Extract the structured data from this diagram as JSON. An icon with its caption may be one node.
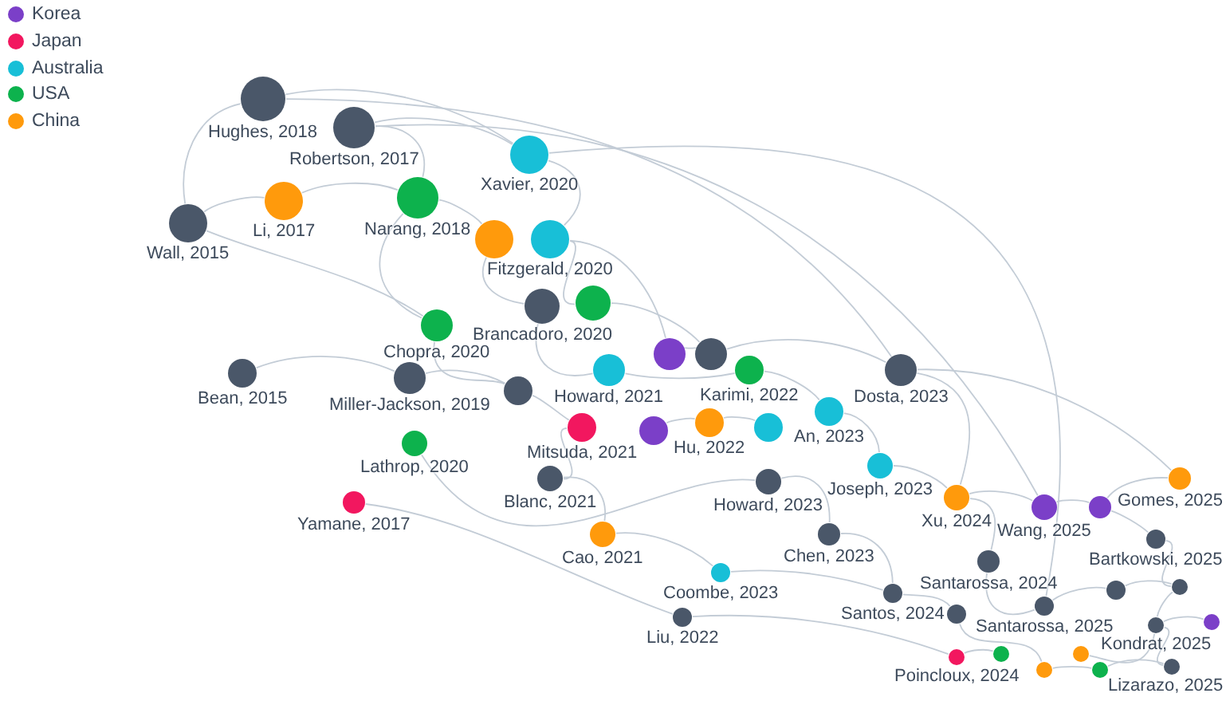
{
  "diagram": {
    "nodes": [
      {
        "text": [
          "Hughes, 2018"
        ]
      },
      {
        "text": [
          "Robertson, 2017"
        ]
      },
      {
        "text": [
          "Xavier, 2020"
        ]
      },
      {
        "text": [
          "Li, 2017"
        ]
      },
      {
        "text": [
          "Narang, 2018"
        ]
      },
      {
        "text": [
          "Wall, 2015"
        ]
      },
      {
        "text": [],
        "shape": "circle"
      },
      {
        "text": [
          "Fitzgerald, 2020"
        ]
      },
      {
        "text": [
          "Brancadoro, 2020"
        ]
      },
      {
        "text": [],
        "shape": "circle"
      },
      {
        "text": [
          "Chopra, 2020"
        ]
      },
      {
        "text": [],
        "shape": "circle"
      },
      {
        "text": [],
        "shape": "circle"
      },
      {
        "text": [
          "Howard, 2021"
        ]
      },
      {
        "text": [
          "Bean, 2015"
        ]
      },
      {
        "text": [
          "Miller-Jackson, 2019"
        ]
      },
      {
        "text": [
          "Dosta, 2023"
        ]
      },
      {
        "text": [
          "Karimi, 2022"
        ]
      },
      {
        "text": [],
        "shape": "circle"
      },
      {
        "text": [
          "Mitsuda, 2021"
        ]
      },
      {
        "text": [],
        "shape": "circle"
      },
      {
        "text": [
          "Hu, 2022"
        ]
      },
      {
        "text": [],
        "shape": "circle"
      },
      {
        "text": [
          "An, 2023"
        ]
      },
      {
        "text": [
          "Blanc, 2021"
        ]
      },
      {
        "text": [
          "Lathrop, 2020"
        ]
      },
      {
        "text": [
          "Howard, 2023"
        ]
      },
      {
        "text": [
          "Joseph, 2023"
        ]
      },
      {
        "text": [
          "Xu, 2024"
        ]
      },
      {
        "text": [
          "Cao, 2021"
        ]
      },
      {
        "text": [
          "Yamane, 2017"
        ]
      },
      {
        "text": [
          "Gomes, 2025"
        ]
      },
      {
        "text": [
          "Wang, 2025"
        ]
      },
      {
        "text": [
          "Chen, 2023"
        ]
      },
      {
        "text": [
          "Santarossa, 2024"
        ]
      },
      {
        "text": [],
        "shape": "circle"
      },
      {
        "text": [
          "Bartkowski, 2025"
        ]
      },
      {
        "text": [
          "Santos, 2024"
        ]
      },
      {
        "text": [],
        "shape": "circle"
      },
      {
        "text": [
          "Coombe, 2023"
        ]
      },
      {
        "text": [
          "Santarossa, 2025"
        ]
      },
      {
        "text": [],
        "shape": "circle"
      },
      {
        "text": [
          "Liu, 2022"
        ]
      },
      {
        "text": [],
        "shape": "circle"
      },
      {
        "text": [
          "Kondrat, 2025"
        ]
      },
      {
        "text": [
          "Poincloux, 2024"
        ]
      },
      {
        "text": [],
        "shape": "circle"
      },
      {
        "text": [],
        "shape": "circle"
      },
      {
        "text": [],
        "shape": "circle"
      },
      {
        "text": [
          "Lizarazo, 2025"
        ]
      },
      {
        "text": [],
        "shape": "circle"
      },
      {
        "text": [],
        "shape": "circle"
      }
    ],
    "edges": [
      {
        "from": 5,
        "to": 3,
        "arrow": "none"
      },
      {
        "from": 5,
        "to": 0,
        "arrow": "none"
      },
      {
        "from": 5,
        "to": 10,
        "arrow": "none"
      },
      {
        "from": 0,
        "to": 2,
        "arrow": "none"
      },
      {
        "from": 1,
        "to": 2,
        "arrow": "none"
      },
      {
        "from": 1,
        "to": 4,
        "arrow": "none"
      },
      {
        "from": 3,
        "to": 4,
        "arrow": "none"
      },
      {
        "from": 4,
        "to": 6,
        "arrow": "none"
      },
      {
        "from": 4,
        "to": 10,
        "arrow": "none"
      },
      {
        "from": 2,
        "to": 7,
        "arrow": "none"
      },
      {
        "from": 6,
        "to": 8,
        "arrow": "none"
      },
      {
        "from": 7,
        "to": 9,
        "arrow": "none"
      },
      {
        "from": 7,
        "to": 11,
        "arrow": "none"
      },
      {
        "from": 8,
        "to": 13,
        "arrow": "none"
      },
      {
        "from": 9,
        "to": 12,
        "arrow": "none"
      },
      {
        "from": 10,
        "to": 18,
        "arrow": "none"
      },
      {
        "from": 14,
        "to": 15,
        "arrow": "none"
      },
      {
        "from": 15,
        "to": 18,
        "arrow": "none"
      },
      {
        "from": 18,
        "to": 19,
        "arrow": "none"
      },
      {
        "from": 13,
        "to": 17,
        "arrow": "none"
      },
      {
        "from": 11,
        "to": 12,
        "arrow": "none"
      },
      {
        "from": 12,
        "to": 16,
        "arrow": "none"
      },
      {
        "from": 17,
        "to": 23,
        "arrow": "none"
      },
      {
        "from": 21,
        "to": 22,
        "arrow": "none"
      },
      {
        "from": 20,
        "to": 21,
        "arrow": "none"
      },
      {
        "from": 19,
        "to": 24,
        "arrow": "none"
      },
      {
        "from": 24,
        "to": 29,
        "arrow": "none"
      },
      {
        "from": 25,
        "to": 26,
        "arrow": "none"
      },
      {
        "from": 23,
        "to": 27,
        "arrow": "none"
      },
      {
        "from": 26,
        "to": 33,
        "arrow": "none"
      },
      {
        "from": 27,
        "to": 28,
        "arrow": "none"
      },
      {
        "from": 16,
        "to": 28,
        "arrow": "none"
      },
      {
        "from": 28,
        "to": 32,
        "arrow": "none"
      },
      {
        "from": 32,
        "to": 35,
        "arrow": "none"
      },
      {
        "from": 35,
        "to": 31,
        "arrow": "none"
      },
      {
        "from": 35,
        "to": 36,
        "arrow": "none"
      },
      {
        "from": 33,
        "to": 37,
        "arrow": "none"
      },
      {
        "from": 37,
        "to": 38,
        "arrow": "none"
      },
      {
        "from": 34,
        "to": 40,
        "arrow": "none"
      },
      {
        "from": 28,
        "to": 34,
        "arrow": "none"
      },
      {
        "from": 30,
        "to": 42,
        "arrow": "none"
      },
      {
        "from": 29,
        "to": 39,
        "arrow": "none"
      },
      {
        "from": 39,
        "to": 37,
        "arrow": "none"
      },
      {
        "from": 42,
        "to": 45,
        "arrow": "none"
      },
      {
        "from": 45,
        "to": 46,
        "arrow": "none"
      },
      {
        "from": 38,
        "to": 51,
        "arrow": "none"
      },
      {
        "from": 40,
        "to": 41,
        "arrow": "none"
      },
      {
        "from": 41,
        "to": 43,
        "arrow": "none"
      },
      {
        "from": 43,
        "to": 44,
        "arrow": "none"
      },
      {
        "from": 36,
        "to": 43,
        "arrow": "none"
      },
      {
        "from": 44,
        "to": 48,
        "arrow": "none"
      },
      {
        "from": 47,
        "to": 44,
        "arrow": "none"
      },
      {
        "from": 44,
        "to": 49,
        "arrow": "none"
      },
      {
        "from": 50,
        "to": 49,
        "arrow": "none"
      },
      {
        "from": 51,
        "to": 50,
        "arrow": "none"
      },
      {
        "from": 16,
        "to": 31,
        "arrow": "none"
      },
      {
        "from": 0,
        "to": 16,
        "arrow": "none"
      },
      {
        "from": 1,
        "to": 32,
        "arrow": "none"
      },
      {
        "from": 2,
        "to": 40,
        "arrow": "none"
      }
    ],
    "legend": [
      {
        "text": "Korea",
        "color": "#7b3fc8"
      },
      {
        "text": "Japan",
        "color": "#f2175f"
      },
      {
        "text": "Australia",
        "color": "#18bfd7"
      },
      {
        "text": "USA",
        "color": "#0db24d"
      },
      {
        "text": "China",
        "color": "#ff9a0c"
      }
    ]
  }
}
